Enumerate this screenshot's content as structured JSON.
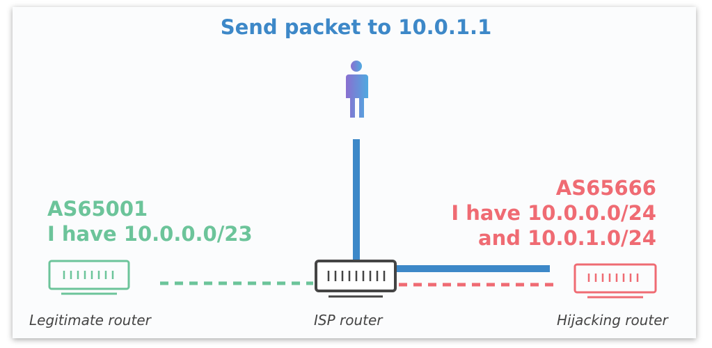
{
  "title": "Send packet to 10.0.1.1",
  "legit": {
    "as": "AS65001",
    "claim": "I have 10.0.0.0/23",
    "label": "Legitimate router"
  },
  "isp": {
    "label": "ISP router"
  },
  "hijack": {
    "as": "AS65666",
    "claim1": "I have 10.0.0.0/24",
    "claim2": "and 10.0.1.0/24",
    "label": "Hijacking router"
  },
  "colors": {
    "blue": "#3d88c8",
    "green": "#6cc49a",
    "red": "#ef6b73",
    "gray": "#444444"
  }
}
